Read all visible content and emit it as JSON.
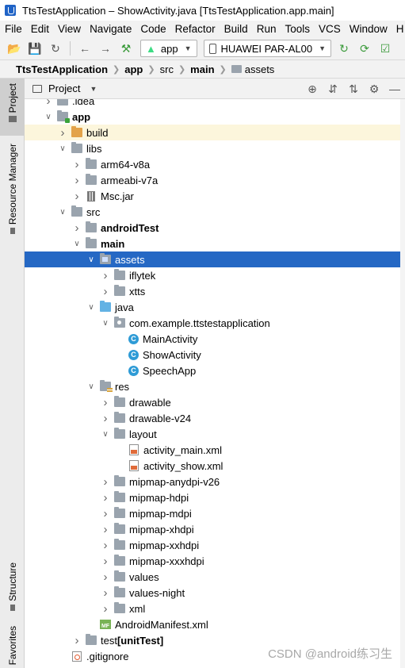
{
  "window": {
    "title": "TtsTestApplication – ShowActivity.java [TtsTestApplication.app.main]"
  },
  "menu": [
    "File",
    "Edit",
    "View",
    "Navigate",
    "Code",
    "Refactor",
    "Build",
    "Run",
    "Tools",
    "VCS",
    "Window",
    "H"
  ],
  "toolbar": {
    "config": "app",
    "device": "HUAWEI PAR-AL00"
  },
  "breadcrumb": [
    {
      "label": "TtsTestApplication",
      "bold": true
    },
    {
      "label": "app",
      "bold": true
    },
    {
      "label": "src",
      "bold": false
    },
    {
      "label": "main",
      "bold": true
    },
    {
      "label": "assets",
      "bold": false,
      "folder": true
    }
  ],
  "side_tabs": {
    "project": "Project",
    "resource_manager": "Resource Manager",
    "structure": "Structure",
    "favorites": "Favorites"
  },
  "panel": {
    "title": "Project"
  },
  "tree": [
    {
      "label": ".idea",
      "depth": 1,
      "chev": "right",
      "icon": "folder",
      "cut": true
    },
    {
      "label": "app",
      "depth": 1,
      "chev": "down",
      "icon": "folder module",
      "bold": true
    },
    {
      "label": "build",
      "depth": 2,
      "chev": "right",
      "icon": "folder orange",
      "hl": true
    },
    {
      "label": "libs",
      "depth": 2,
      "chev": "down",
      "icon": "folder"
    },
    {
      "label": "arm64-v8a",
      "depth": 3,
      "chev": "right",
      "icon": "folder"
    },
    {
      "label": "armeabi-v7a",
      "depth": 3,
      "chev": "right",
      "icon": "folder"
    },
    {
      "label": "Msc.jar",
      "depth": 3,
      "chev": "right",
      "icon": "jar"
    },
    {
      "label": "src",
      "depth": 2,
      "chev": "down",
      "icon": "folder"
    },
    {
      "label": "androidTest",
      "depth": 3,
      "chev": "right",
      "icon": "folder",
      "bold": true
    },
    {
      "label": "main",
      "depth": 3,
      "chev": "down",
      "icon": "folder",
      "bold": true
    },
    {
      "label": "assets",
      "depth": 4,
      "chev": "down",
      "icon": "folder assets",
      "sel": true
    },
    {
      "label": "iflytek",
      "depth": 5,
      "chev": "right",
      "icon": "folder"
    },
    {
      "label": "xtts",
      "depth": 5,
      "chev": "right",
      "icon": "folder"
    },
    {
      "label": "java",
      "depth": 4,
      "chev": "down",
      "icon": "folder blue"
    },
    {
      "label": "com.example.ttstestapplication",
      "depth": 5,
      "chev": "down",
      "icon": "folder pkg"
    },
    {
      "label": "MainActivity",
      "depth": 6,
      "chev": "",
      "icon": "cls"
    },
    {
      "label": "ShowActivity",
      "depth": 6,
      "chev": "",
      "icon": "cls"
    },
    {
      "label": "SpeechApp",
      "depth": 6,
      "chev": "",
      "icon": "cls"
    },
    {
      "label": "res",
      "depth": 4,
      "chev": "down",
      "icon": "folder res"
    },
    {
      "label": "drawable",
      "depth": 5,
      "chev": "right",
      "icon": "folder"
    },
    {
      "label": "drawable-v24",
      "depth": 5,
      "chev": "right",
      "icon": "folder"
    },
    {
      "label": "layout",
      "depth": 5,
      "chev": "down",
      "icon": "folder"
    },
    {
      "label": "activity_main.xml",
      "depth": 6,
      "chev": "",
      "icon": "xml"
    },
    {
      "label": "activity_show.xml",
      "depth": 6,
      "chev": "",
      "icon": "xml"
    },
    {
      "label": "mipmap-anydpi-v26",
      "depth": 5,
      "chev": "right",
      "icon": "folder"
    },
    {
      "label": "mipmap-hdpi",
      "depth": 5,
      "chev": "right",
      "icon": "folder"
    },
    {
      "label": "mipmap-mdpi",
      "depth": 5,
      "chev": "right",
      "icon": "folder"
    },
    {
      "label": "mipmap-xhdpi",
      "depth": 5,
      "chev": "right",
      "icon": "folder"
    },
    {
      "label": "mipmap-xxhdpi",
      "depth": 5,
      "chev": "right",
      "icon": "folder"
    },
    {
      "label": "mipmap-xxxhdpi",
      "depth": 5,
      "chev": "right",
      "icon": "folder"
    },
    {
      "label": "values",
      "depth": 5,
      "chev": "right",
      "icon": "folder"
    },
    {
      "label": "values-night",
      "depth": 5,
      "chev": "right",
      "icon": "folder"
    },
    {
      "label": "xml",
      "depth": 5,
      "chev": "right",
      "icon": "folder"
    },
    {
      "label": "AndroidManifest.xml",
      "depth": 4,
      "chev": "",
      "icon": "mf"
    },
    {
      "label": "test",
      "suffix": " [unitTest]",
      "depth": 3,
      "chev": "right",
      "icon": "folder"
    },
    {
      "label": ".gitignore",
      "depth": 2,
      "chev": "",
      "icon": "git"
    }
  ],
  "watermark": "CSDN @android练习生"
}
